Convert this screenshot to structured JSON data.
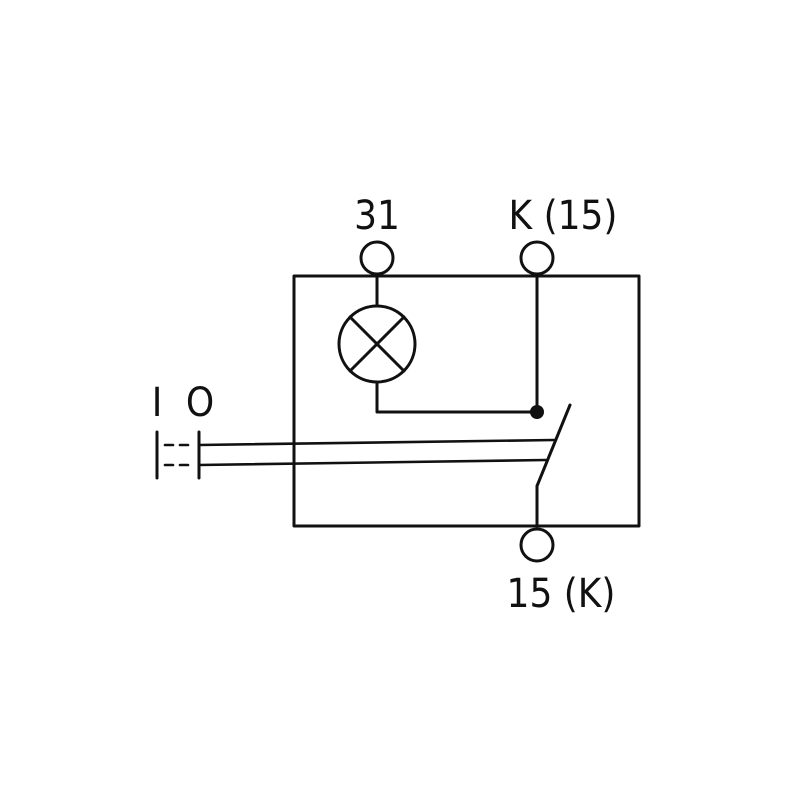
{
  "diagram": {
    "terminals": {
      "ground": "31",
      "k_supply": "K (15)",
      "output": "15 (K)"
    },
    "switch_positions": {
      "on": "I",
      "off": "O"
    },
    "symbols": {
      "lamp": "indicator-lamp-icon",
      "switch": "single-pole-switch"
    },
    "colors": {
      "line": "#111111",
      "background": "#ffffff"
    }
  }
}
